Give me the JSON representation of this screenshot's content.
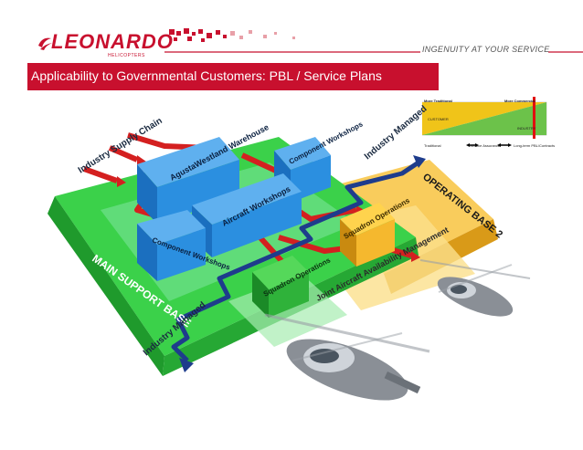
{
  "brand": {
    "name": "LEONARDO",
    "sub": "HELICOPTERS",
    "tagline": "INGENUITY AT YOUR SERVICE",
    "color": "#c8102e"
  },
  "slide": {
    "title": "Applicability to Governmental Customers: PBL / Service Plans"
  },
  "inset": {
    "left_label": "More Traditional",
    "right_label": "More Commercial",
    "customer": "CUSTOMER",
    "industry": "INDUSTRY",
    "bottom_left": "Traditional",
    "bottom_mid": "Service Assurance",
    "bottom_right": "Long-term PBL/Contracts"
  },
  "diagram": {
    "supply_chain": "Industry Supply Chain",
    "warehouse": "AgustaWestland Warehouse",
    "component_workshops_top": "Component Workshops",
    "aircraft_workshops": "Aircraft Workshops",
    "component_workshops_left": "Component Workshops",
    "main_support_base": "MAIN SUPPORT BASE",
    "operating_base": "OPERATING BASE 2",
    "squadron_ops_orange": "Squadron Operations",
    "squadron_ops_green": "Squadron Operations",
    "joint_management": "Joint Aircraft Availability Management",
    "industry_managed_top": "Industry Managed",
    "industry_managed_bottom": "Industry Managed"
  },
  "colors": {
    "green_base": "#3bd14a",
    "orange_base": "#f5b82e",
    "blue_building": "#2b8fe0",
    "red_arrow": "#d42020",
    "navy_arrow": "#1e3c8c"
  }
}
